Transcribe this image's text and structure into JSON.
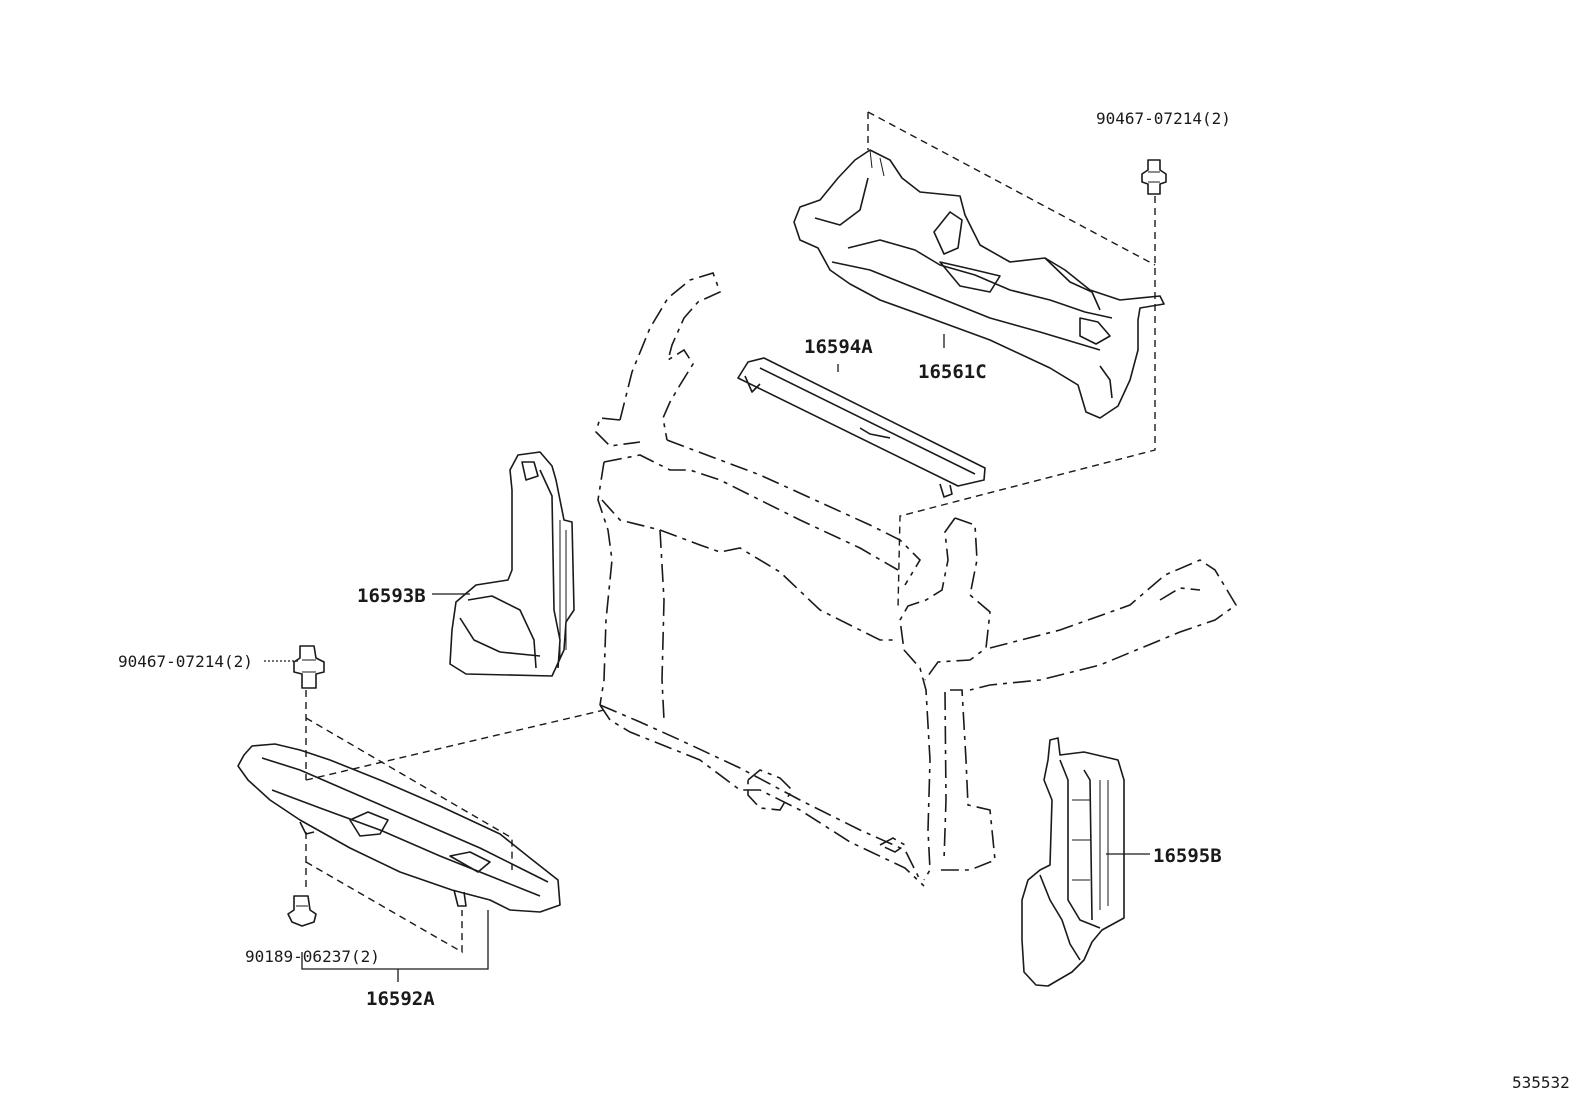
{
  "diagram": {
    "parts": {
      "p16561C": "16561C",
      "p16594A": "16594A",
      "p16593B": "16593B",
      "p16595B": "16595B",
      "p16592A": "16592A"
    },
    "fasteners": {
      "clip_top_right": "90467-07214(2)",
      "clip_left": "90467-07214(2)",
      "clip_bottom": "90189-06237(2)"
    },
    "reference_number": "535532"
  }
}
